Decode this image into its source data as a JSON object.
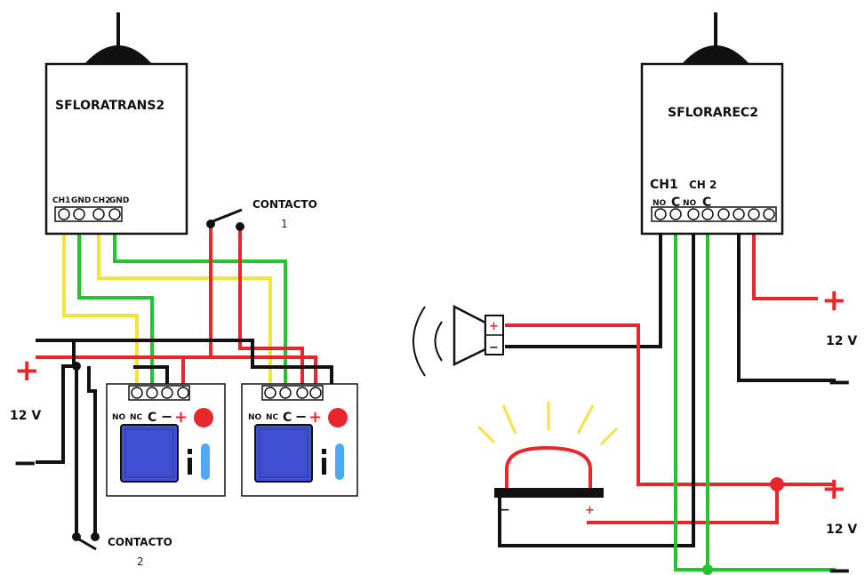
{
  "transmitter": {
    "title": "SFLORATRANS2",
    "terminals": [
      "CH1",
      "GND",
      "CH2",
      "GND"
    ]
  },
  "receiver": {
    "title": "SFLORAREC2",
    "ch1": "CH1",
    "ch2": "CH 2",
    "terminals": [
      "NO",
      "C",
      "NO",
      "C"
    ]
  },
  "contact1": {
    "label": "CONTACTO",
    "number": "1"
  },
  "contact2": {
    "label": "CONTACTO",
    "number": "2"
  },
  "relay_terminals": [
    "NO",
    "NC",
    "C",
    "−",
    "+"
  ],
  "power": {
    "left": {
      "plus": "+",
      "voltage": "12 V",
      "minus": "−"
    },
    "right_top": {
      "plus": "+",
      "voltage": "12 V",
      "minus": "−"
    },
    "right_bottom": {
      "plus": "+",
      "voltage": "12 V",
      "minus": "−"
    }
  },
  "siren_terminals": {
    "plus": "+",
    "minus": "−"
  },
  "beacon_terminals": {
    "minus": "−",
    "plus": "+"
  },
  "colors": {
    "red": "#e8262b",
    "green": "#22c52e",
    "yellow": "#f3e33a",
    "black": "#111111",
    "relay_blue": "#3f4fd0",
    "relay_light_blue": "#4fa8f0",
    "lamp_ray": "#f5e04a"
  }
}
